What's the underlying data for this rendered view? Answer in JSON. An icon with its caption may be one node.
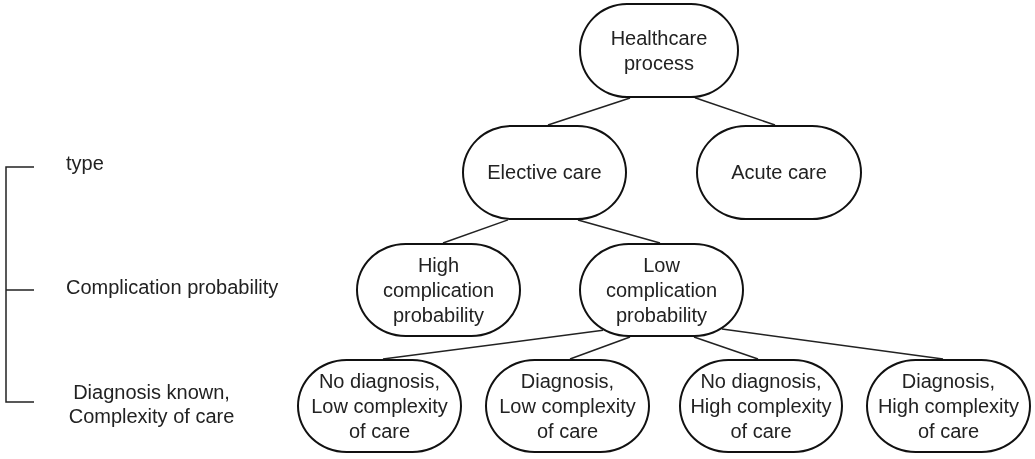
{
  "diagram": {
    "nodes": [
      {
        "text": [
          "Healthcare process"
        ]
      },
      {
        "text": [
          "Elective care"
        ]
      },
      {
        "text": [
          "Acute care"
        ]
      },
      {
        "text": [
          "High complication probability"
        ]
      },
      {
        "text": [
          "Low complication probability"
        ]
      },
      {
        "text": [
          "No diagnosis, Low complexity of care"
        ]
      },
      {
        "text": [
          "Diagnosis, Low complexity of care"
        ]
      },
      {
        "text": [
          "No diagnosis, High complexity of care"
        ]
      },
      {
        "text": [
          "Diagnosis, High complexity of care"
        ]
      }
    ],
    "edges": [
      {
        "from": 0,
        "to": 1,
        "arrow": "none"
      },
      {
        "from": 0,
        "to": 2,
        "arrow": "none"
      },
      {
        "from": 1,
        "to": 3,
        "arrow": "none"
      },
      {
        "from": 1,
        "to": 4,
        "arrow": "none"
      },
      {
        "from": 4,
        "to": 5,
        "arrow": "none"
      },
      {
        "from": 4,
        "to": 6,
        "arrow": "none"
      },
      {
        "from": 4,
        "to": 7,
        "arrow": "none"
      },
      {
        "from": 4,
        "to": 8,
        "arrow": "none"
      }
    ],
    "labels": [
      "type",
      "Complication probability",
      "Diagnosis known, Complexity of care"
    ]
  }
}
